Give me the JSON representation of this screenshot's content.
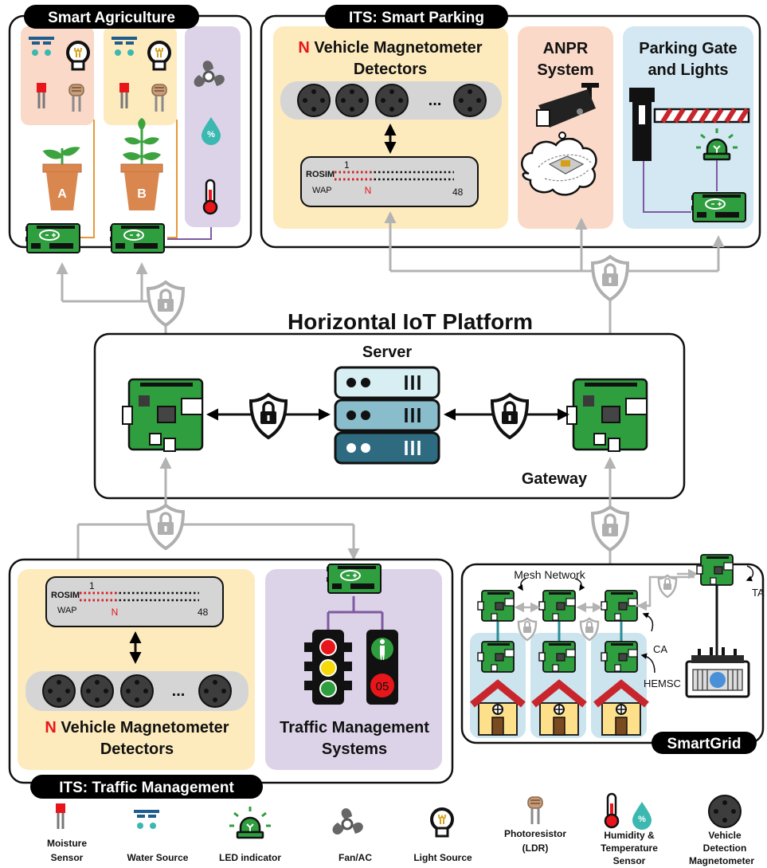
{
  "sections": {
    "agriculture": {
      "title": "Smart Agriculture",
      "pot_a": "A",
      "pot_b": "B",
      "humidity_symbol": "%"
    },
    "parking": {
      "title": "ITS: Smart Parking",
      "detectors_n": "N",
      "detectors_title_line1": " Vehicle Magnetometer",
      "detectors_title_line2": "Detectors",
      "ellipsis": "...",
      "rosim": "ROSIM",
      "wap": "WAP",
      "one": "1",
      "n_label": "N",
      "forty_eight": "48",
      "anpr_line1": "ANPR",
      "anpr_line2": "System",
      "gate_line1": "Parking Gate",
      "gate_line2": "and Lights"
    },
    "platform": {
      "title": "Horizontal IoT Platform",
      "server": "Server",
      "gateway": "Gateway"
    },
    "traffic": {
      "title": "ITS: Traffic Management",
      "rosim": "ROSIM",
      "wap": "WAP",
      "one": "1",
      "n_label": "N",
      "forty_eight": "48",
      "ellipsis": "...",
      "detectors_n": "N",
      "detectors_title_line1": " Vehicle Magnetometer",
      "detectors_title_line2": "Detectors",
      "tms_line1": "Traffic Management",
      "tms_line2": "Systems",
      "ped_timer": "05"
    },
    "smartgrid": {
      "title": "SmartGrid",
      "mesh": "Mesh Network",
      "ta": "TA",
      "ca": "CA",
      "hemsc": "HEMSC"
    }
  },
  "legend": [
    {
      "icon": "moisture-sensor-icon",
      "line1": "Moisture",
      "line2": "Sensor",
      "line3": ""
    },
    {
      "icon": "water-source-icon",
      "line1": "Water Source",
      "line2": "",
      "line3": ""
    },
    {
      "icon": "led-indicator-icon",
      "line1": "LED indicator",
      "line2": "",
      "line3": ""
    },
    {
      "icon": "fan-icon",
      "line1": "Fan/AC",
      "line2": "",
      "line3": ""
    },
    {
      "icon": "light-source-icon",
      "line1": "Light Source",
      "line2": "",
      "line3": ""
    },
    {
      "icon": "photoresistor-icon",
      "line1": "Photoresistor",
      "line2": "(LDR)",
      "line3": ""
    },
    {
      "icon": "humidity-temperature-icon",
      "line1": "Humidity &",
      "line2": "Temperature",
      "line3": "Sensor"
    },
    {
      "icon": "magnetometer-icon",
      "line1": "Vehicle",
      "line2": "Detection",
      "line3": "Magnetometer"
    }
  ],
  "colors": {
    "orange_bg": "#FAD9C8",
    "yellow_bg": "#FDEBBE",
    "lavender_bg": "#DCD3E8",
    "blue_bg": "#D3E8F2",
    "board_green": "#2E9E3E",
    "connector_gray": "#B3B3B3",
    "red_accent": "#E8161B"
  }
}
